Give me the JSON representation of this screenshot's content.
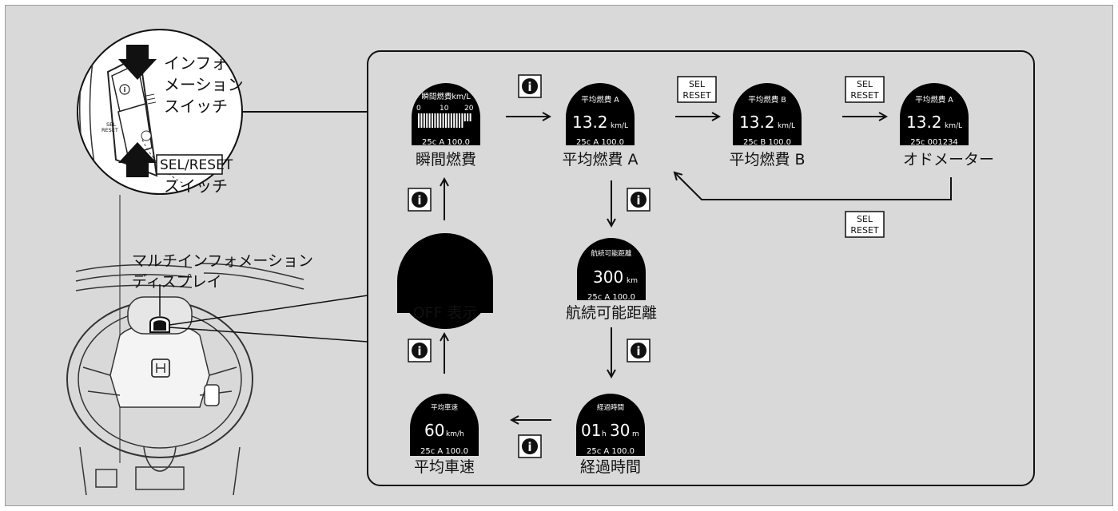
{
  "left_panel": {
    "info_switch_label": [
      "インフォ",
      "メーション",
      "スイッチ"
    ],
    "sel_reset_label": "SEL/RESET",
    "sel_reset_sub": "スイッチ",
    "mid_display_label": [
      "マルチインフォメーション",
      "ディスプレイ"
    ],
    "switch_sel_text": [
      "SEL",
      "RESET"
    ]
  },
  "screens": {
    "instant": {
      "header": "瞬間燃費km/L",
      "scale": [
        "0",
        "10",
        "20"
      ],
      "footer": "25c    A    100.0",
      "label": "瞬間燃費"
    },
    "avg_a": {
      "header": "平均燃費 A",
      "value": "13.2",
      "unit": "km/L",
      "footer": "25c    A    100.0",
      "label": "平均燃費 A"
    },
    "avg_b": {
      "header": "平均燃費 B",
      "value": "13.2",
      "unit": "km/L",
      "footer": "25c    B    100.0",
      "label": "平均燃費 B"
    },
    "odo": {
      "header": "平均燃費 A",
      "value": "13.2",
      "unit": "km/L",
      "footer": "25c    001234",
      "label": "オドメーター"
    },
    "range": {
      "header": "航続可能距離",
      "value": "300",
      "unit": "km",
      "footer": "25c    A    100.0",
      "label": "航続可能距離"
    },
    "off": {
      "label": "OFF 表示"
    },
    "elapsed": {
      "header": "経過時間",
      "v1": "01",
      "u1": "h",
      "v2": "30",
      "u2": "m",
      "footer": "25c    A    100.0",
      "label": "経過時間"
    },
    "avg_speed": {
      "header": "平均車速",
      "value": "60",
      "unit": "km/h",
      "footer": "25c    A    100.0",
      "label": "平均車速"
    }
  },
  "buttons": {
    "info_glyph": "i",
    "sel_reset": [
      "SEL",
      "RESET"
    ]
  },
  "colors": {
    "background": "#d9d9d9",
    "panel": "#d9d9d9",
    "screen": "#000000",
    "ink": "#111111"
  }
}
